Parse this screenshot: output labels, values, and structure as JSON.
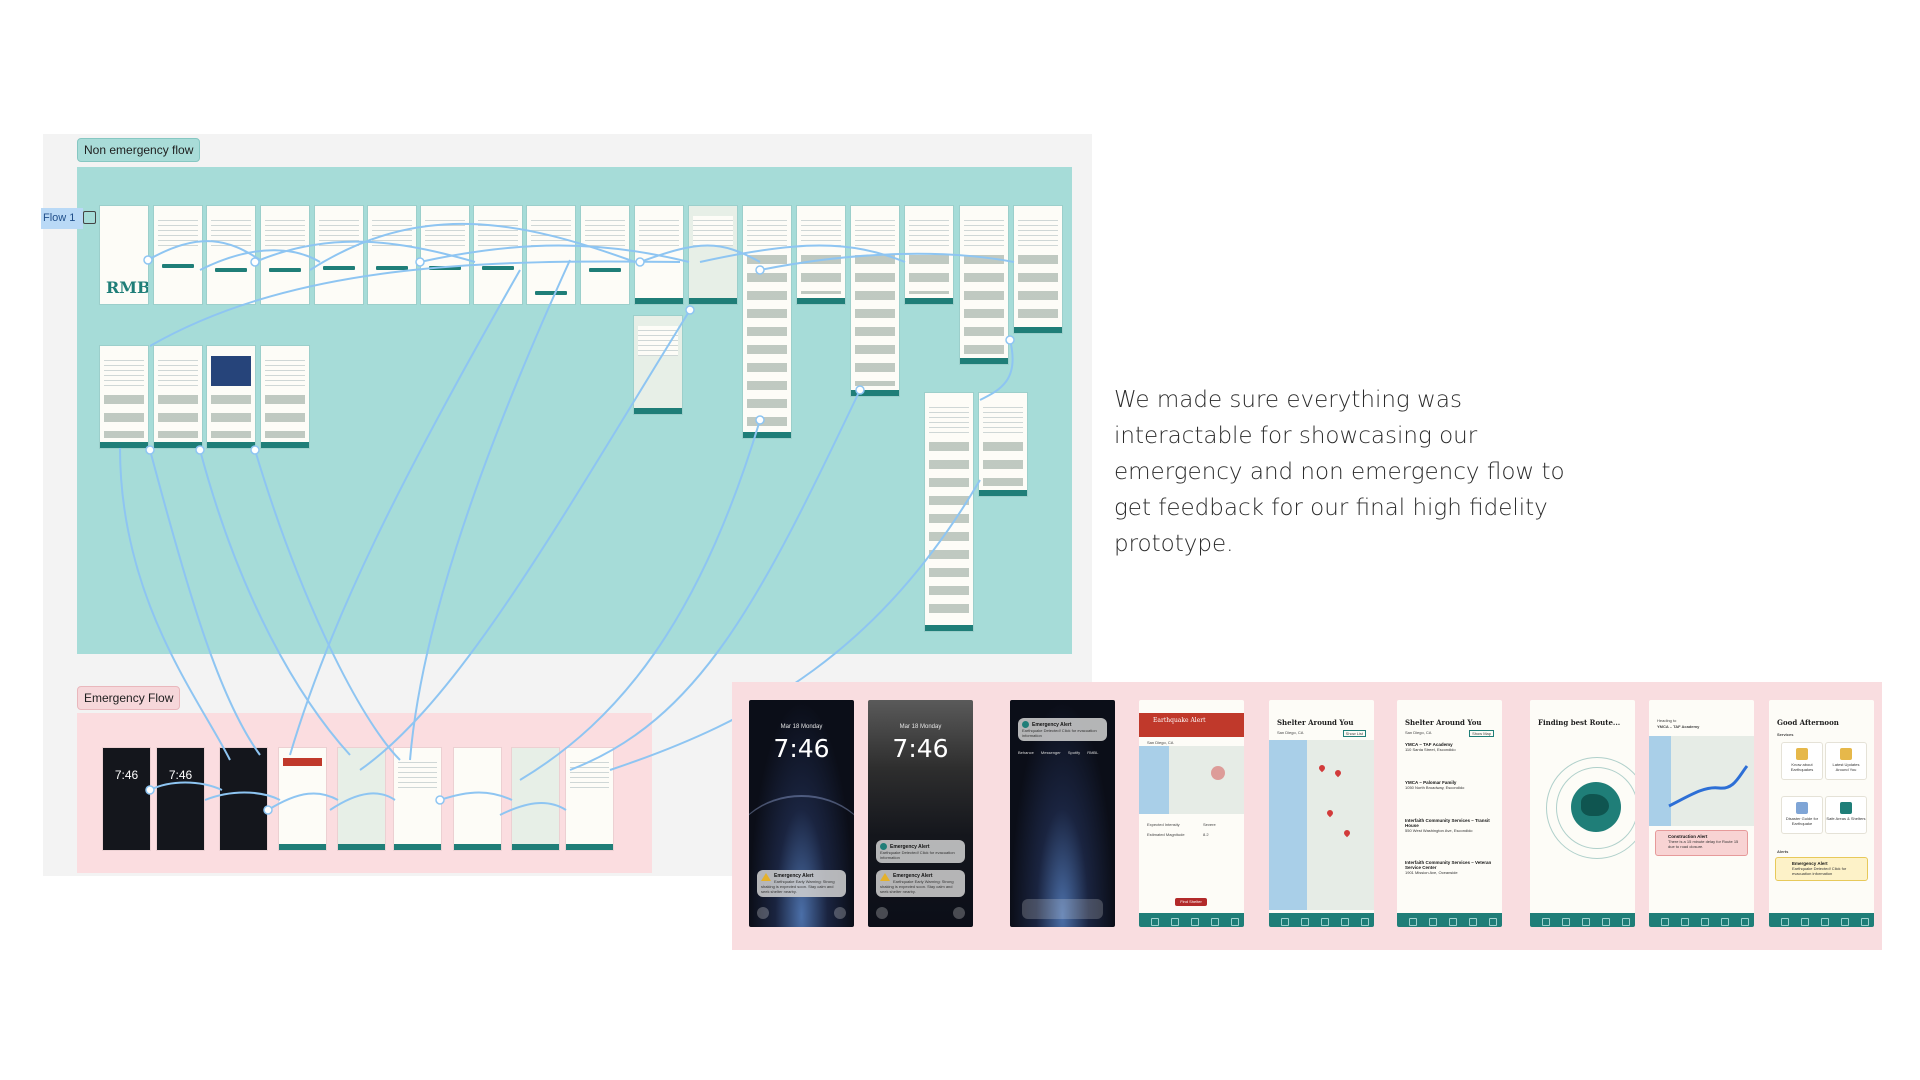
{
  "canvas": {
    "non_emergency_label": "Non emergency flow",
    "emergency_label": "Emergency Flow",
    "flow_tag": "Flow 1",
    "logo_text": "RMBL"
  },
  "description": "We made sure everything was interactable for showcasing our emergency and non emergency flow to get feedback for our final high fidelity prototype.",
  "screens": {
    "lock1": {
      "date": "Mar 18 Monday",
      "time": "7:46",
      "notif_title": "Emergency Alert",
      "notif_text": "Earthquake Early Warning: Strong shaking is expected soon. Stay calm and seek shelter nearby."
    },
    "lock2": {
      "date": "Mar 18 Monday",
      "time": "7:46",
      "notif1_title": "Emergency Alert",
      "notif1_text": "Earthquake Detected! Click for evacuation information",
      "notif2_title": "Emergency Alert",
      "notif2_text": "Earthquake Early Warning: Strong shaking is expected soon. Stay calm and seek shelter nearby."
    },
    "home": {
      "notif_title": "Emergency Alert",
      "notif_text": "Earthquake Detected! Click for evacuation information",
      "apps": [
        "Behance",
        "Messenger",
        "Spotify",
        "RMBL"
      ]
    },
    "quake": {
      "title": "Earthquake Alert",
      "location": "San Diego, CA",
      "intensity_label": "Expected Intensity",
      "magnitude_label": "Estimated Magnitude",
      "intensity": "Severe",
      "magnitude": "8.2",
      "button": "Find Shelter"
    },
    "shelters_map": {
      "title": "Shelter Around You",
      "location": "San Diego, CA",
      "button": "Show List"
    },
    "shelters_list": {
      "title": "Shelter Around You",
      "location": "San Diego, CA",
      "button": "Show Map",
      "items": [
        {
          "name": "YMCA – TAF Academy",
          "address": "110 Santa Street, Escondido"
        },
        {
          "name": "YMCA – Palomar Family",
          "address": "1050 North Broadway, Escondido"
        },
        {
          "name": "Interfaith Community Services – Transit House",
          "address": "550 West Washington Ave, Escondido"
        },
        {
          "name": "Interfaith Community Services – Veteran Service Center",
          "address": "1901 Mission Ave, Oceanside"
        }
      ]
    },
    "finding": {
      "title": "Finding best Route..."
    },
    "route": {
      "heading": "Heading to",
      "destination": "YMCA – TAF Academy",
      "alert_title": "Construction Alert",
      "alert_text": "There is a 15 minute delay for Route 15 due to road closure."
    },
    "services": {
      "greeting": "Good Afternoon",
      "section": "Services",
      "items": [
        "Know about Earthquakes",
        "Latest Updates Around You",
        "Disaster Guide for Earthquake",
        "Safe Areas & Shelters"
      ],
      "alerts_label": "Alerts",
      "alert_title": "Emergency Alert",
      "alert_text": "Earthquake Detected! Click for evacuation information"
    }
  },
  "colors": {
    "teal": "#1f7e78",
    "board_teal": "#a6dcd8",
    "board_pink": "#fbdde0",
    "alert_red": "#c0392b",
    "link_blue": "#8ec5f2"
  }
}
